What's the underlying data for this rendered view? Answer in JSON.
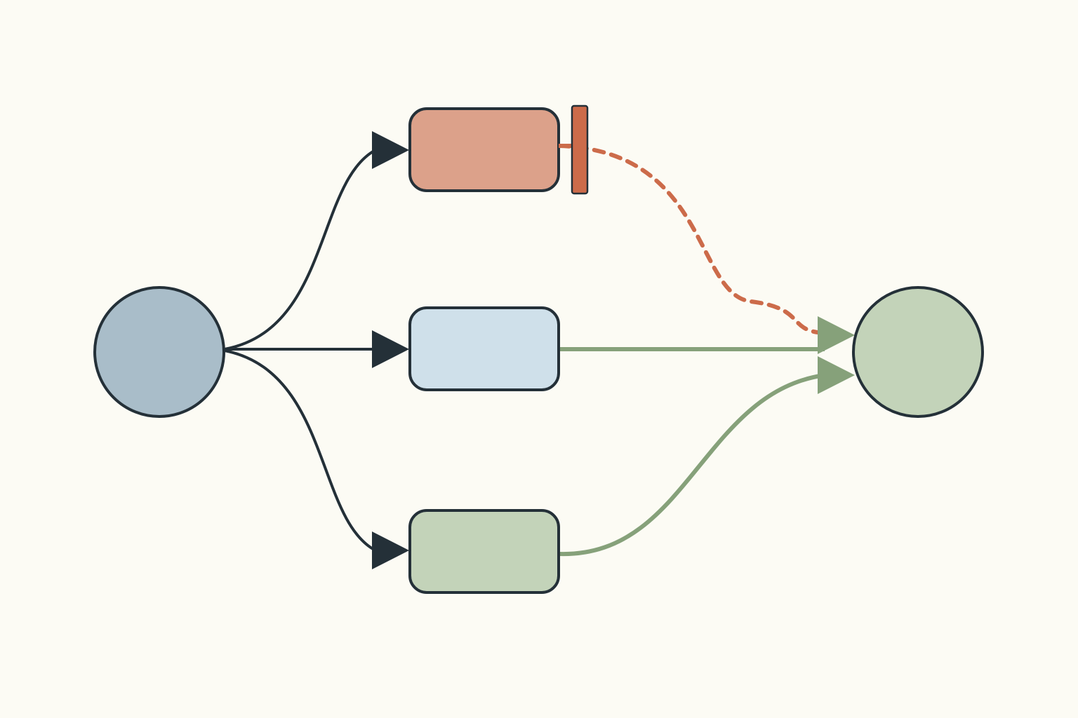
{
  "diagram": {
    "background": "#fcfbf4",
    "colors": {
      "outline": "#243038",
      "source_fill": "#a9bdc9",
      "target_fill": "#c3d3b9",
      "inhibited_fill": "#dca18a",
      "inhibitor_bar": "#cc6b4a",
      "neutral_fill": "#cfe0ea",
      "activator_fill": "#c3d3b9",
      "activation_edge": "#86a17a",
      "inhibition_edge": "#cc6b4a",
      "input_edge": "#243038"
    },
    "nodes": [
      {
        "id": "source",
        "shape": "circle",
        "role": "input"
      },
      {
        "id": "inhibited",
        "shape": "rounded-rect",
        "role": "inhibitor"
      },
      {
        "id": "neutral",
        "shape": "rounded-rect",
        "role": "intermediate"
      },
      {
        "id": "activator",
        "shape": "rounded-rect",
        "role": "activator"
      },
      {
        "id": "target",
        "shape": "circle",
        "role": "output"
      }
    ],
    "edges": [
      {
        "from": "source",
        "to": "inhibited",
        "type": "activation",
        "style": "solid",
        "head": "arrow"
      },
      {
        "from": "source",
        "to": "neutral",
        "type": "activation",
        "style": "solid",
        "head": "arrow"
      },
      {
        "from": "source",
        "to": "activator",
        "type": "activation",
        "style": "solid",
        "head": "arrow"
      },
      {
        "from": "inhibited",
        "to": "target",
        "type": "inhibition",
        "style": "dashed",
        "head": "bar"
      },
      {
        "from": "neutral",
        "to": "target",
        "type": "activation",
        "style": "solid",
        "head": "arrow"
      },
      {
        "from": "activator",
        "to": "target",
        "type": "activation",
        "style": "solid",
        "head": "arrow"
      }
    ]
  }
}
